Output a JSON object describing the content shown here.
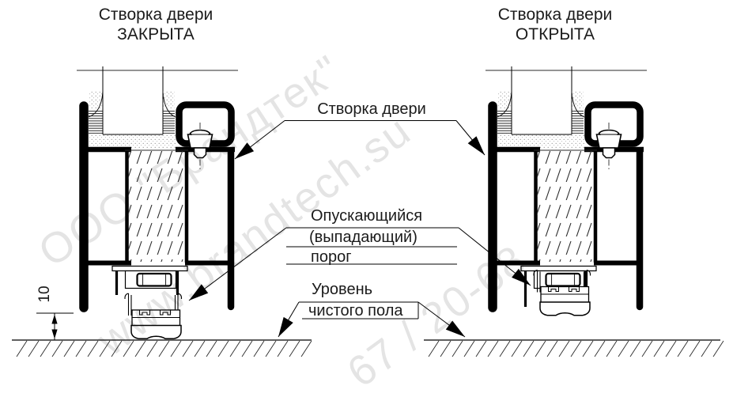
{
  "diagram": {
    "title_closed": {
      "line1": "Створка двери",
      "line2": "ЗАКРЫТА"
    },
    "title_open": {
      "line1": "Створка двери",
      "line2": "ОТКРЫТА"
    },
    "callouts": {
      "door_leaf": "Створка двери",
      "threshold_line1": "Опускающийся",
      "threshold_line2": "(выпадающий)",
      "threshold_line3": "порог",
      "floor_level_line1": "Уровень",
      "floor_level_line2": "чистого пола"
    },
    "dimensions": {
      "bottom_gap_mm": "10"
    }
  },
  "watermark": {
    "line1": "ООО \"Брандтек\"",
    "line2": "www.brandtech.su",
    "line3": "67 / 20-68"
  },
  "colors": {
    "ink": "#000000",
    "thin": "#2a2a2a",
    "text": "#1b1b1b",
    "watermark": "#c9c9c9",
    "background": "#ffffff"
  }
}
